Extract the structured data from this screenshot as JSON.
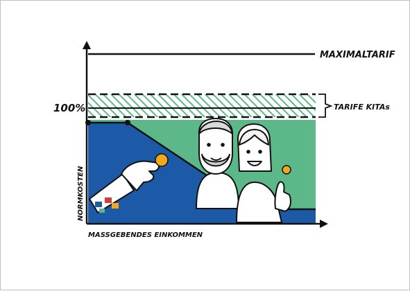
{
  "diagram": {
    "labels": {
      "maximaltarif": "MAXIMALTARIF",
      "tarife_kitas": "TARIFE KITAs",
      "hundred_percent": "100%",
      "y_axis": "NORMKOSTEN",
      "x_axis": "MASSGEBENDES EINKOMMEN"
    },
    "colors": {
      "city_share": "#1c5aa8",
      "parent_share": "#5cb889",
      "hatch": "#5cb889",
      "ink": "#111111",
      "coin": "#f2a81d"
    },
    "icons": {
      "parents": "two-parents-illustration",
      "hand": "hand-with-coin-icon",
      "parent_coin": "coin-icon"
    }
  }
}
